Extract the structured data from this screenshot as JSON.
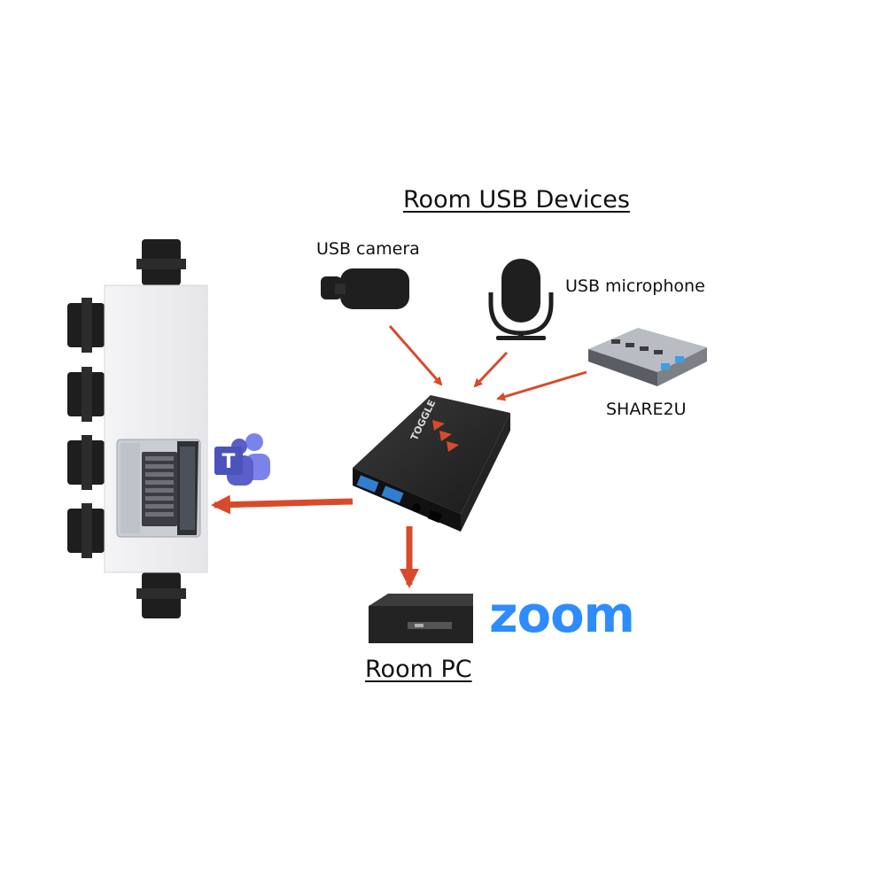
{
  "labels": {
    "room_usb_devices": "Room USB Devices",
    "usb_camera": "USB camera",
    "usb_microphone": "USB microphone",
    "share2u": "SHARE2U",
    "room_pc": "Room PC"
  },
  "logos": {
    "zoom": "zoom",
    "teams": "T"
  },
  "device_markings": {
    "hub_brand": "TOGGLE"
  },
  "colors": {
    "arrow": "#d94a2a",
    "zoom_blue": "#2d8cff",
    "teams_purple": "#5b5fc7"
  }
}
